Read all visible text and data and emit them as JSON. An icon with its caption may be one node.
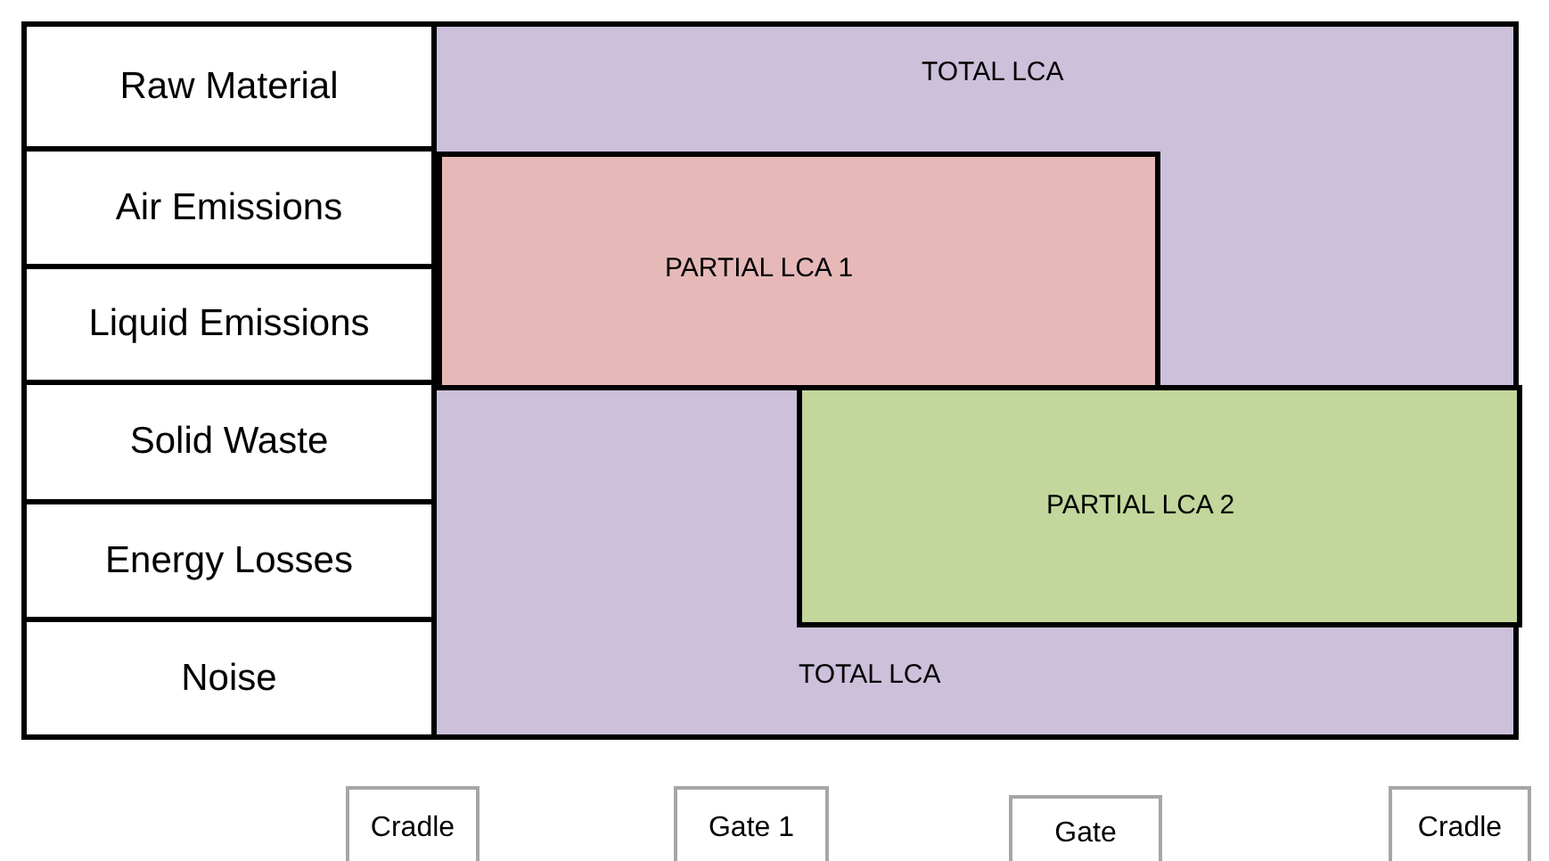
{
  "diagram": {
    "nodes": [
      {
        "text": [
          "Raw Material"
        ]
      },
      {
        "text": [
          "Air Emissions"
        ]
      },
      {
        "text": [
          "Liquid Emissions"
        ]
      },
      {
        "text": [
          "Solid Waste"
        ]
      },
      {
        "text": [
          "Energy Losses"
        ]
      },
      {
        "text": [
          "Noise"
        ]
      },
      {
        "text": [
          "TOTAL LCA",
          "TOTAL LCA"
        ]
      },
      {
        "text": [
          "PARTIAL LCA 1"
        ],
        "in": 6
      },
      {
        "text": [
          "PARTIAL LCA 2"
        ],
        "in": 6
      },
      {
        "text": [
          "Cradle"
        ]
      },
      {
        "text": [
          "Gate 1"
        ]
      },
      {
        "text": [
          "Gate"
        ]
      },
      {
        "text": [
          "Cradle"
        ]
      }
    ],
    "edges": []
  }
}
